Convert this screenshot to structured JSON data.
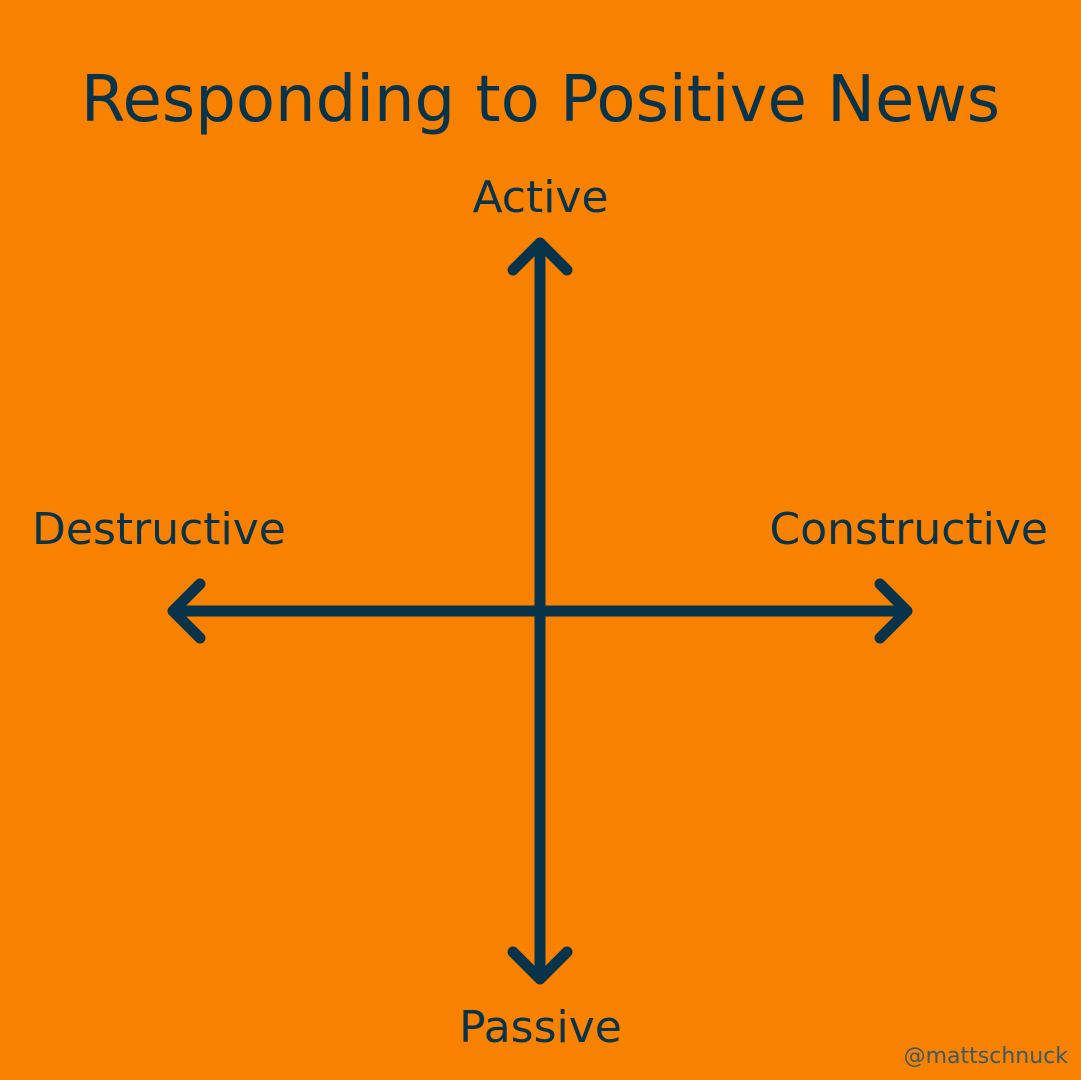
{
  "diagram": {
    "title": "Responding to Positive News",
    "axes": {
      "top_label": "Active",
      "bottom_label": "Passive",
      "left_label": "Destructive",
      "right_label": "Constructive"
    },
    "credit": "@mattschnuck"
  },
  "colors": {
    "background": "#F98100",
    "ink": "#08334A",
    "credit_text": "#3B5968"
  }
}
